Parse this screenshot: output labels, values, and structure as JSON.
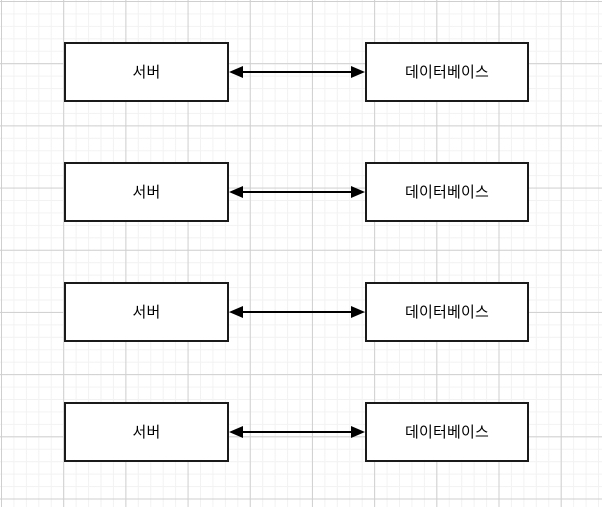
{
  "diagram": {
    "title": "server-database-relationship-diagram",
    "background": {
      "grid": true,
      "minor_grid_color": "#f2f2f2",
      "major_grid_color": "#cfcfcf",
      "page_color": "#ffffff"
    },
    "node_style": {
      "border_color": "#1a1a1a",
      "fill_color": "#ffffff",
      "text_color": "#000000"
    },
    "connector_style": {
      "color": "#000000",
      "type": "bidirectional-arrow"
    },
    "rows": [
      {
        "source_label": "서버",
        "target_label": "데이터베이스",
        "connector_name": "bidirectional-arrow-1"
      },
      {
        "source_label": "서버",
        "target_label": "데이터베이스",
        "connector_name": "bidirectional-arrow-2"
      },
      {
        "source_label": "서버",
        "target_label": "데이터베이스",
        "connector_name": "bidirectional-arrow-3"
      },
      {
        "source_label": "서버",
        "target_label": "데이터베이스",
        "connector_name": "bidirectional-arrow-4"
      }
    ]
  }
}
